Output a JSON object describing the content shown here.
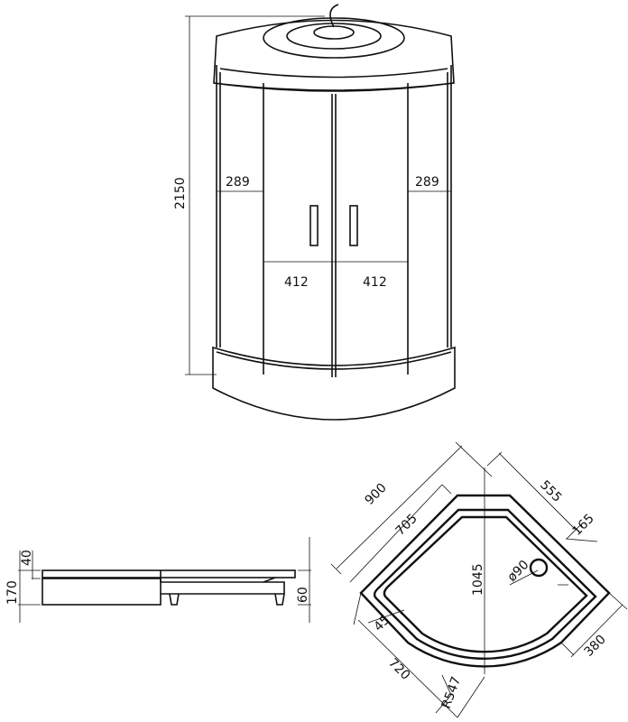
{
  "front_view": {
    "height_label": "2150",
    "side_panel_left": "289",
    "side_panel_right": "289",
    "door_left": "412",
    "door_right": "412"
  },
  "side_view": {
    "total_height": "170",
    "rim_height": "40",
    "leg_height": "60"
  },
  "top_view": {
    "width": "900",
    "inner_width": "705",
    "side_straight": "555",
    "drain_offset": "165",
    "drain_diameter": "ø90",
    "diagonal": "1045",
    "rim_width": "45",
    "front_depth": "720",
    "radius": "R547",
    "side_depth": "380"
  },
  "colors": {
    "line": "#111111",
    "background": "#ffffff"
  }
}
